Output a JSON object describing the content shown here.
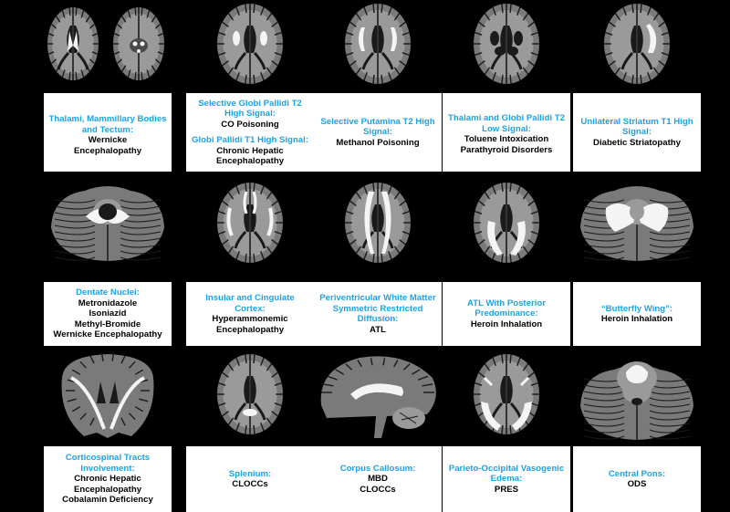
{
  "colors": {
    "background": "#000000",
    "heading": "#1ba3e8",
    "body": "#000000",
    "card": "#ffffff"
  },
  "panels": [
    {
      "image": "axial-brain-thalami-mammillary",
      "groups": [
        {
          "heading": "Thalami, Mammillary Bodies and Tectum:",
          "lines": [
            "Wernicke",
            "Encephalopathy"
          ]
        }
      ]
    },
    {
      "image": "axial-brain-globi-pallidi",
      "groups": [
        {
          "heading": "Selective Globi Pallidi T2 High Signal:",
          "lines": [
            "CO Poisoning"
          ]
        },
        {
          "heading": "Globi Pallidi T1 High Signal:",
          "lines": [
            "Chronic Hepatic",
            "Encephalopathy"
          ]
        }
      ]
    },
    {
      "image": "axial-brain-putamina",
      "groups": [
        {
          "heading": "Selective Putamina T2 High Signal:",
          "lines": [
            "Methanol Poisoning"
          ]
        }
      ]
    },
    {
      "image": "axial-brain-thalami-globi-low",
      "groups": [
        {
          "heading": "Thalami and Globi Pallidi T2 Low Signal:",
          "lines": [
            "Toluene Intoxication",
            "Parathyroid Disorders"
          ]
        }
      ]
    },
    {
      "image": "axial-brain-unilateral-striatum",
      "groups": [
        {
          "heading": "Unilateral Striatum T1 High Signal:",
          "lines": [
            "Diabetic Striatopathy"
          ]
        }
      ]
    },
    {
      "image": "axial-cerebellum-dentate",
      "groups": [
        {
          "heading": "Dentate Nuclei:",
          "lines": [
            "Metronidazole",
            "Isoniazid",
            "Methyl-Bromide",
            "Wernicke Encephalopathy"
          ]
        }
      ]
    },
    {
      "image": "axial-brain-insular-cingulate",
      "groups": [
        {
          "heading": "Insular and Cingulate Cortex:",
          "lines": [
            "Hyperammonemic",
            "Encephalopathy"
          ]
        }
      ]
    },
    {
      "image": "axial-brain-periventricular",
      "groups": [
        {
          "heading": "Periventricular White Matter Symmetric Restricted Diffusion:",
          "lines": [
            "ATL"
          ]
        }
      ]
    },
    {
      "image": "axial-brain-atl-posterior",
      "groups": [
        {
          "heading": "ATL With Posterior Predominance:",
          "lines": [
            "Heroin Inhalation"
          ]
        }
      ]
    },
    {
      "image": "axial-cerebellum-butterfly",
      "groups": [
        {
          "heading": "“Butterfly Wing”:",
          "lines": [
            "Heroin Inhalation"
          ]
        }
      ]
    },
    {
      "image": "coronal-brain-corticospinal",
      "groups": [
        {
          "heading": "Corticospinal Tracts Involvement:",
          "lines": [
            "Chronic Hepatic",
            "Encephalopathy",
            "Cobalamin Deficiency"
          ]
        }
      ]
    },
    {
      "image": "axial-brain-splenium",
      "groups": [
        {
          "heading": "Splenium:",
          "lines": [
            "CLOCCs"
          ]
        }
      ]
    },
    {
      "image": "sagittal-brain-corpus-callosum",
      "groups": [
        {
          "heading": "Corpus Callosum:",
          "lines": [
            "MBD",
            "CLOCCs"
          ]
        }
      ]
    },
    {
      "image": "axial-brain-parieto-occipital",
      "groups": [
        {
          "heading": "Parieto-Occipital Vasogenic Edema:",
          "lines": [
            "PRES"
          ]
        }
      ]
    },
    {
      "image": "axial-pons-central",
      "groups": [
        {
          "heading": "Central Pons:",
          "lines": [
            "ODS"
          ]
        }
      ]
    }
  ]
}
